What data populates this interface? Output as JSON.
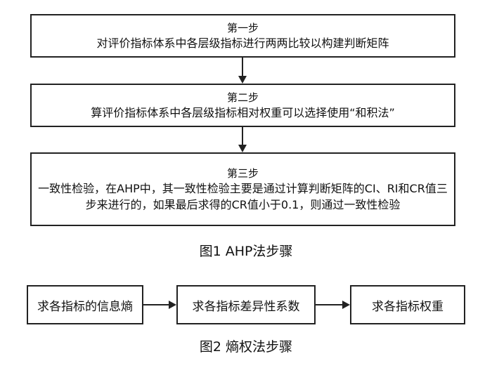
{
  "figure1": {
    "steps": [
      {
        "title": "第一步",
        "body": "对评价指标体系中各层级指标进行两两比较以构建判断矩阵"
      },
      {
        "title": "第二步",
        "body": "算评价指标体系中各层级指标相对权重可以选择使用“和积法”"
      },
      {
        "title": "第三步",
        "body": "一致性检验，在AHP中，其一致性检验主要是通过计算判断矩阵的CI、RI和CR值三步来进行的，如果最后求得的CR值小于0.1，则通过一致性检验"
      }
    ],
    "caption": "图1   AHP法步骤"
  },
  "figure2": {
    "steps": [
      "求各指标的信息熵",
      "求各指标差异性系数",
      "求各指标权重"
    ],
    "caption": "图2   熵权法步骤"
  }
}
